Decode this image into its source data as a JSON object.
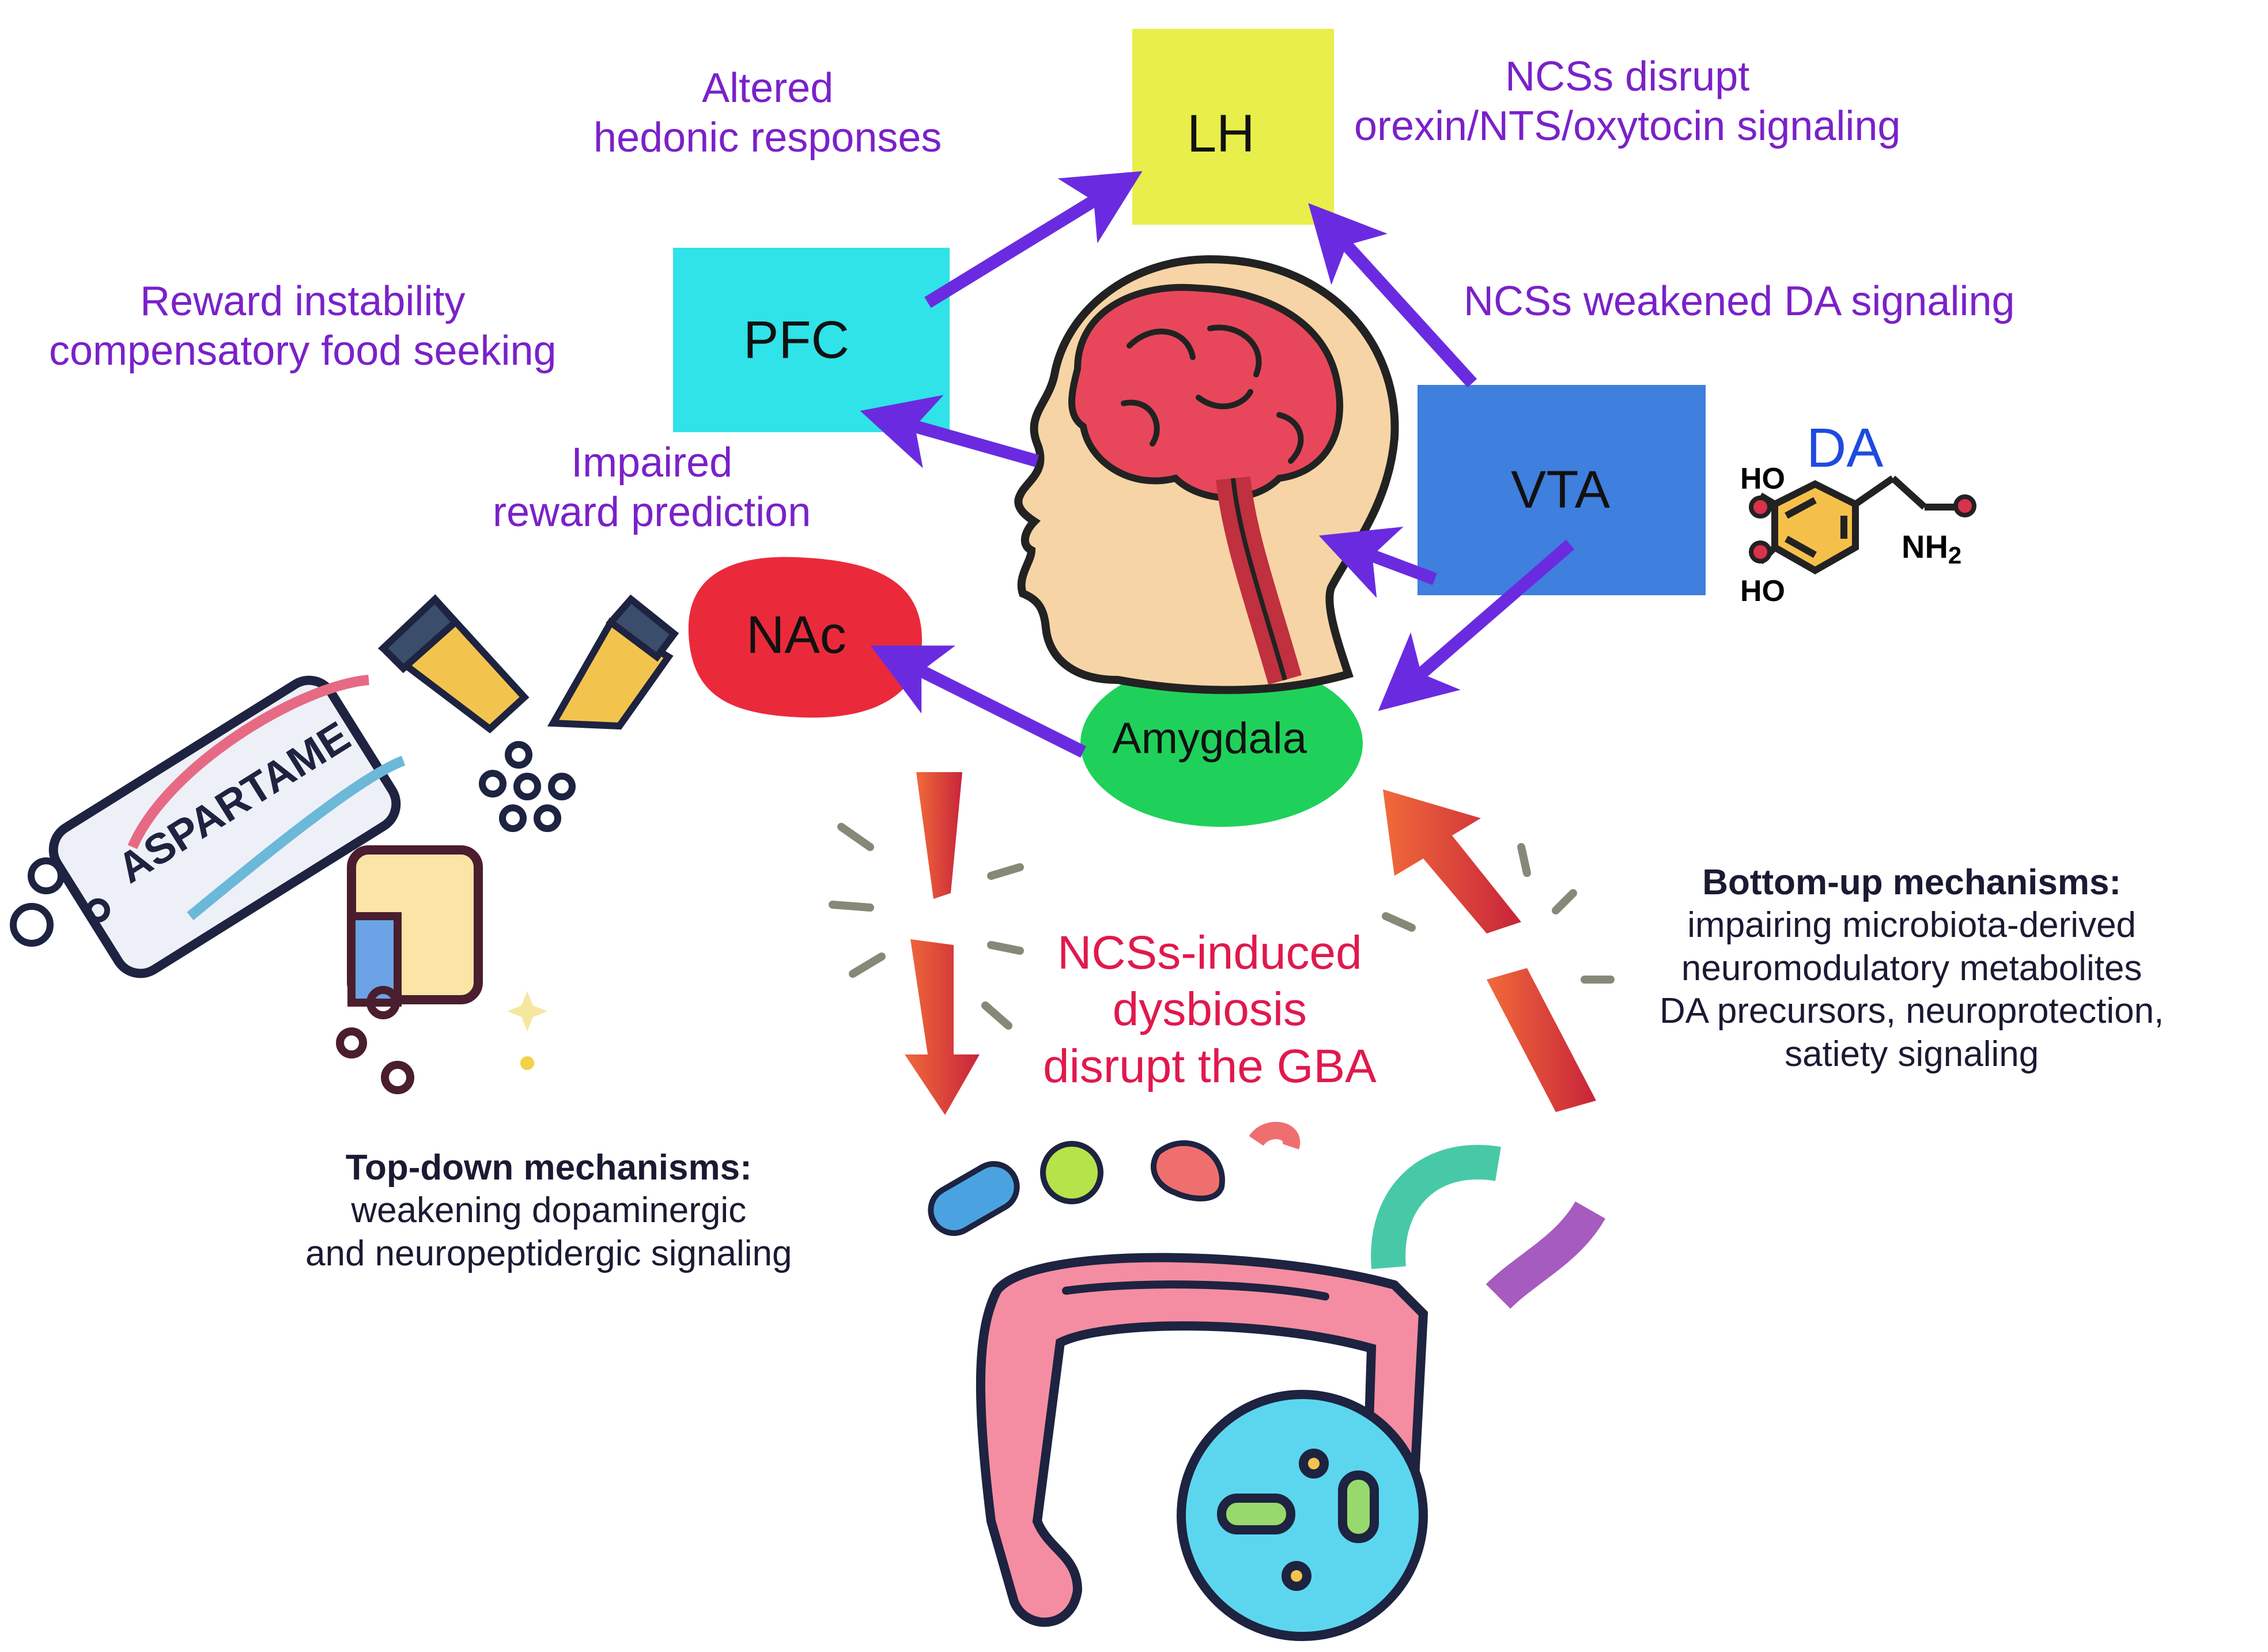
{
  "regions": {
    "lh": "LH",
    "pfc": "PFC",
    "vta": "VTA",
    "nac": "NAc",
    "amygdala": "Amygdala"
  },
  "labels": {
    "altered_1": "Altered",
    "altered_2": "hedonic responses",
    "ncs_disrupt_1": "NCSs disrupt",
    "ncs_disrupt_2": "orexin/NTS/oxytocin signaling",
    "weakened_da": "NCSs weakened DA signaling",
    "reward_instability_1": "Reward instability",
    "reward_instability_2": "compensatory food seeking",
    "impaired_1": "Impaired",
    "impaired_2": "reward prediction",
    "dysbiosis_1": "NCSs-induced",
    "dysbiosis_2": "dysbiosis",
    "dysbiosis_3": "disrupt the GBA",
    "bottom_up_title": "Bottom-up mechanisms:",
    "bottom_up_1": "impairing microbiota-derived",
    "bottom_up_2": "neuromodulatory metabolites",
    "bottom_up_3": "DA precursors, neuroprotection,",
    "bottom_up_4": "satiety signaling",
    "top_down_title": "Top-down mechanisms:",
    "top_down_1": "weakening dopaminergic",
    "top_down_2": "and neuropeptidergic signaling"
  },
  "dopamine": {
    "name": "DA",
    "ho_top": "HO",
    "ho_bottom": "HO",
    "nh": "NH",
    "sub": "2"
  },
  "sweetener": {
    "brand": "ASPARTAME"
  },
  "colors": {
    "lh": "#e8ee4a",
    "pfc": "#2fe3e8",
    "vta": "#3f7fde",
    "nac": "#ea2a3a",
    "amygdala": "#1fd15a",
    "arrow": "#6a2be0",
    "label_purple": "#7a21c9",
    "label_red": "#e0194d"
  },
  "icons": [
    "head-with-brain-icon",
    "aspartame-packet-icon",
    "sweetener-sachet-icon",
    "sugar-cube-icon",
    "microbe-icon",
    "intestine-icon",
    "dopamine-molecule-icon"
  ]
}
